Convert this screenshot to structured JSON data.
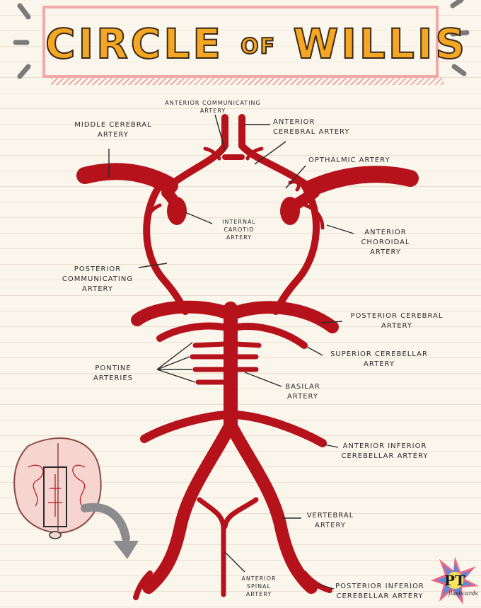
{
  "title": {
    "main": "CIRCLE",
    "of": "OF",
    "sub": "WILLIS"
  },
  "labels": {
    "anterior_communicating": "ANTERIOR COMMUNICATING\nARTERY",
    "anterior_cerebral": "ANTERIOR\nCEREBRAL ARTERY",
    "middle_cerebral": "MIDDLE CEREBRAL\nARTERY",
    "opthalmic": "OPTHALMIC ARTERY",
    "internal_carotid": "INTERNAL\nCAROTID\nARTERY",
    "anterior_choroidal": "ANTERIOR\nCHOROIDAL\nARTERY",
    "posterior_communicating": "POSTERIOR\nCOMMUNICATING\nARTERY",
    "posterior_cerebral": "POSTERIOR CEREBRAL\nARTERY",
    "superior_cerebellar": "SUPERIOR CEREBELLAR\nARTERY",
    "pontine": "PONTINE\nARTERIES",
    "basilar": "BASILAR\nARTERY",
    "anterior_inferior_cerebellar": "ANTERIOR INFERIOR\nCEREBELLAR ARTERY",
    "vertebral": "VERTEBRAL\nARTERY",
    "anterior_spinal": "ANTERIOR\nSPINAL\nARTERY",
    "posterior_inferior_cerebellar": "POSTERIOR INFERIOR\nCEREBELLAR ARTERY"
  },
  "logo": {
    "text": "PT",
    "sub": "flashcards"
  },
  "colors": {
    "artery": "#b5121b",
    "title_fill": "#f5a623",
    "title_border": "#f0a8a8",
    "ink": "#2b2b2b"
  }
}
